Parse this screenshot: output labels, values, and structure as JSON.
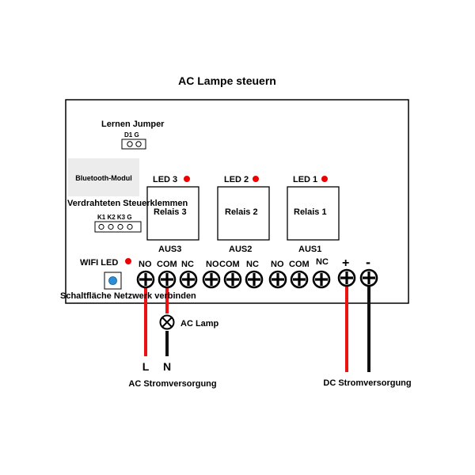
{
  "title": "AC Lampe steuern",
  "learn_jumper": {
    "label": "Lernen Jumper",
    "pins_label": "D1 G"
  },
  "bluetooth": {
    "label": "Bluetooth-Modul"
  },
  "wired_terminals": {
    "label": "Verdrahteten Steuerklemmen",
    "pins_label": "K1 K2 K3 G"
  },
  "relays": [
    {
      "led_label": "LED 3",
      "relay_label": "Relais 3",
      "output_label": "AUS3"
    },
    {
      "led_label": "LED 2",
      "relay_label": "Relais 2",
      "output_label": "AUS2"
    },
    {
      "led_label": "LED 1",
      "relay_label": "Relais 1",
      "output_label": "AUS1"
    }
  ],
  "terminals": {
    "group3": {
      "no": "NO",
      "com": "COM",
      "nc": "NC"
    },
    "group2": {
      "no": "NO",
      "com": "COM",
      "nc": "NC"
    },
    "group1": {
      "no": "NO",
      "com": "COM",
      "nc": "NC"
    },
    "plus": "+",
    "minus": "-"
  },
  "wifi_led": {
    "label": "WIFI LED"
  },
  "network_button": {
    "label": "Schaltfläche Netzwerk verbinden"
  },
  "ac_lamp": {
    "label": "AC Lamp"
  },
  "ac_supply": {
    "live": "L",
    "neutral": "N",
    "label": "AC Stromversorgung"
  },
  "dc_supply": {
    "label": "DC Stromversorgung"
  },
  "colors": {
    "led": "#ee0000",
    "wire_live": "#ee1111",
    "wire_neutral": "#111111",
    "button": "#2a8fd8"
  }
}
